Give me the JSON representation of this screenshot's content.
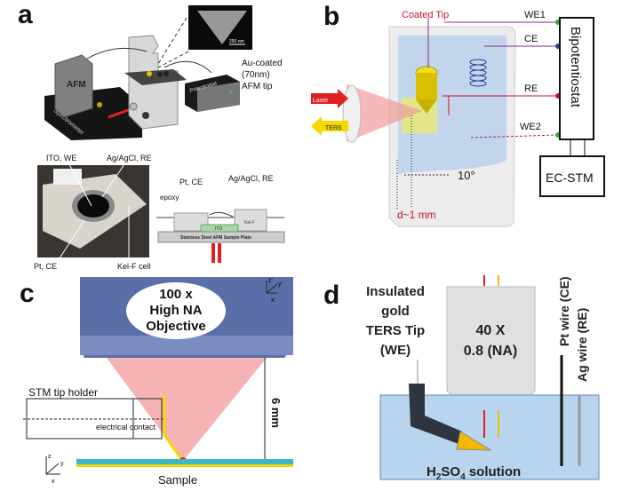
{
  "panels": {
    "a": {
      "letter": "a",
      "afm_label": "AFM",
      "spectrometer_label": "Spectrometer",
      "potentiostat_label": "Potentiostat",
      "sem_scale": "250 nm",
      "tip_caption": [
        "Au-coated",
        "(70nm)",
        "AFM tip"
      ],
      "photo_labels": {
        "ito_we": "ITO, WE",
        "ag_re": "Ag/AgCl, RE",
        "pt_ce": "Pt, CE",
        "kelf_cell": "Kel-F cell"
      },
      "schematic_labels": {
        "pt_ce": "Pt, CE",
        "ag_re": "Ag/AgCl, RE",
        "epoxy": "epoxy",
        "ito": "ITO",
        "kelf": "Kel-F",
        "plate": "Stainless Steel AFM Sample Plate"
      }
    },
    "b": {
      "letter": "b",
      "coated_tip": "Coated Tip",
      "we1": "WE1",
      "ce": "CE",
      "re": "RE",
      "we2": "WE2",
      "bipotentiostat": "Bipotentiostat",
      "ec_stm": "EC-STM",
      "laser": "Laser",
      "ters": "TERS",
      "angle": "10°",
      "distance": "d~1 mm"
    },
    "c": {
      "letter": "c",
      "objective": [
        "100 x",
        "High NA",
        "Objective"
      ],
      "tip_holder": "STM tip holder",
      "electrical_contact": "electrical contact",
      "height": "6 mm",
      "sample": "Sample",
      "axes_primed": [
        "z'",
        "y'",
        "x'"
      ],
      "axes": [
        "z",
        "y",
        "x"
      ]
    },
    "d": {
      "letter": "d",
      "tip_label": [
        "Insulated",
        "gold",
        "TERS Tip",
        "(WE)"
      ],
      "objective": [
        "40 X",
        "0.8 (NA)"
      ],
      "pt_wire": "Pt wire (CE)",
      "ag_wire": "Ag wire (RE)",
      "solution_prefix": "H",
      "solution_sub1": "2",
      "solution_mid": "SO",
      "solution_sub2": "4",
      "solution_suffix": " solution"
    }
  },
  "colors": {
    "laser_red": "#e02020",
    "ters_yellow": "#f5d800",
    "objective_blue": "#5a6fa8",
    "beam_pink": "#f4a6a6",
    "sample_teal": "#3bb8c4",
    "water_blue": "#b8d4ee",
    "tip_dark": "#2e3440",
    "label_red": "#c8102e"
  }
}
